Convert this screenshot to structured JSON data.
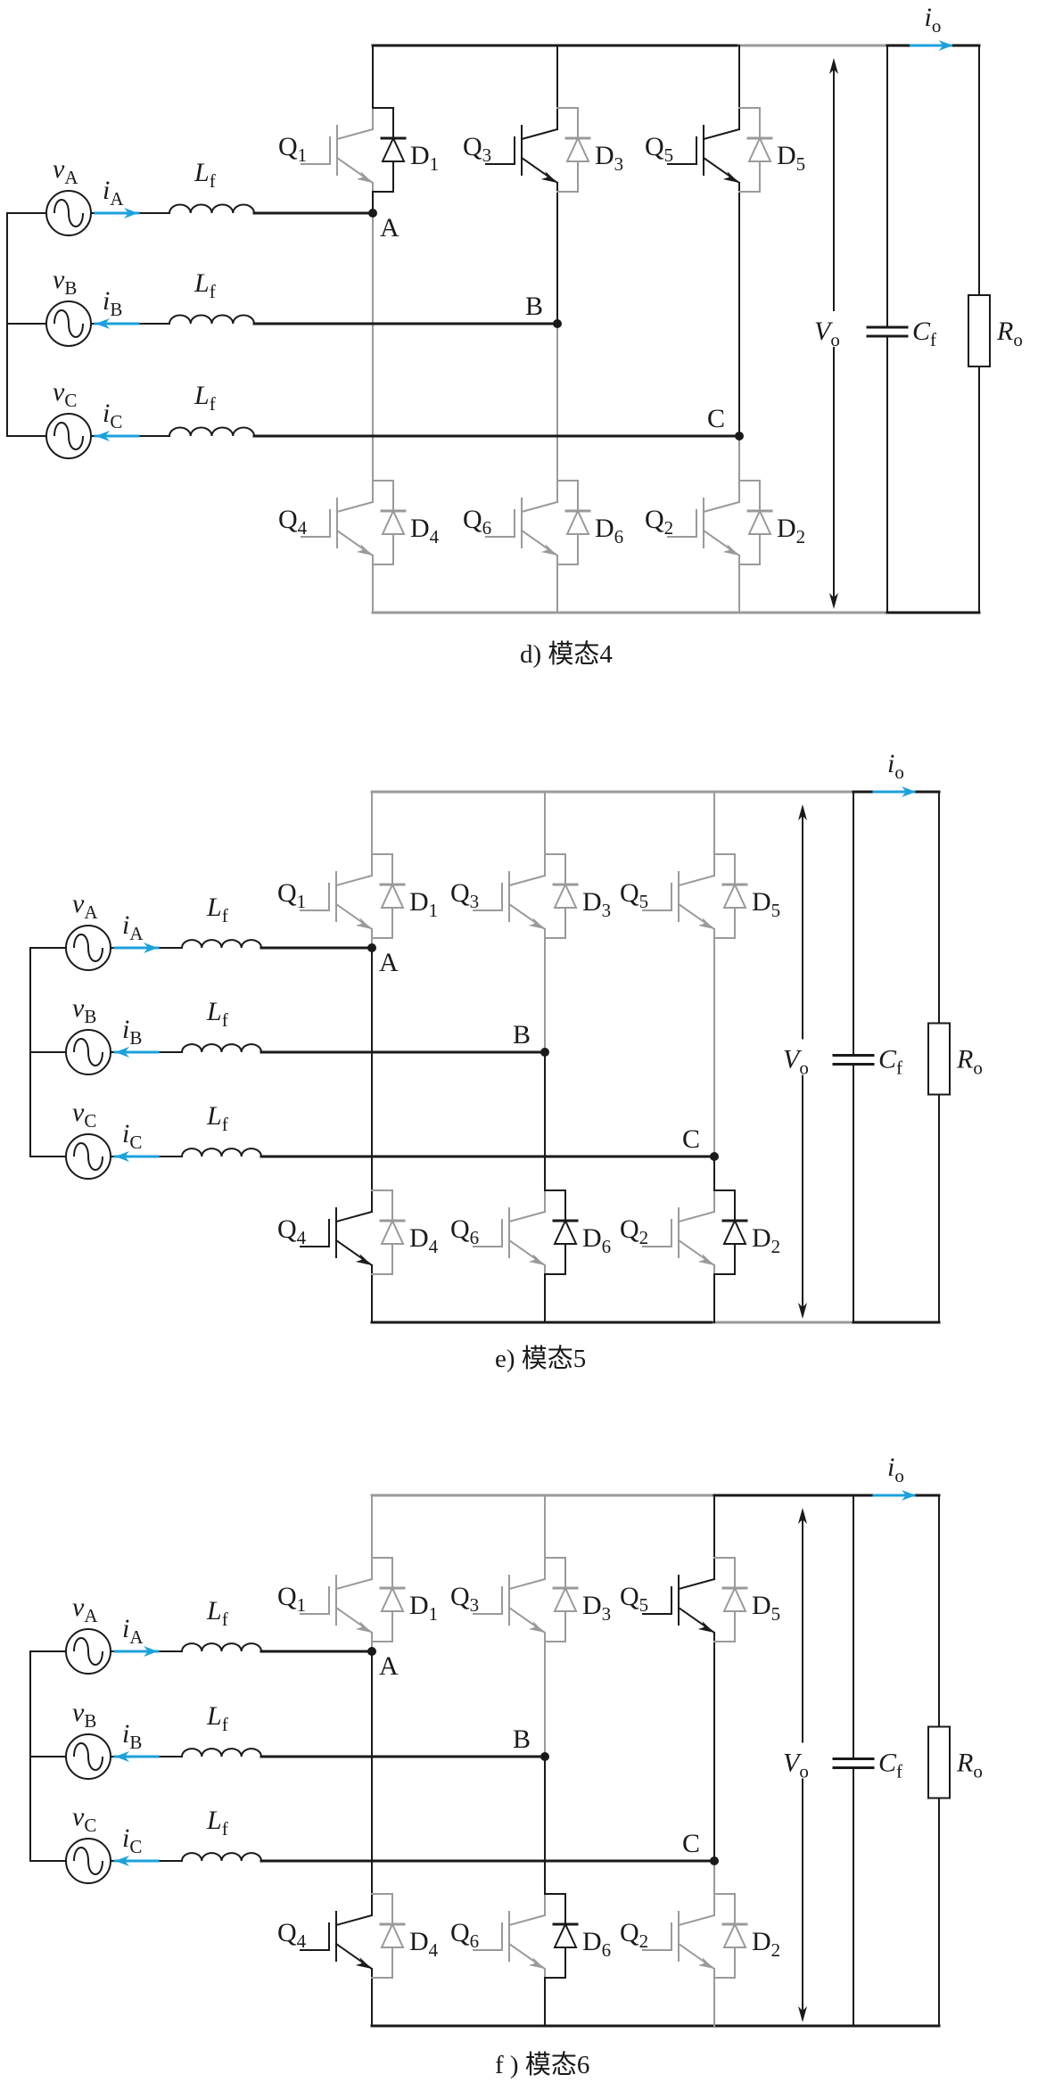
{
  "colors": {
    "on": "#1a1a1a",
    "off": "#9a9a9a",
    "current_arrow": "#1ba1dc",
    "background": "#ffffff"
  },
  "labels": {
    "source_v": [
      "v",
      "v",
      "v"
    ],
    "phase_subs": [
      "A",
      "B",
      "C"
    ],
    "current_i": "i",
    "inductor": "L",
    "inductor_sub": "f",
    "node_names": [
      "A",
      "B",
      "C"
    ],
    "upper_switches": [
      {
        "q": "Q",
        "qs": "1",
        "d": "D",
        "ds": "1"
      },
      {
        "q": "Q",
        "qs": "3",
        "d": "D",
        "ds": "3"
      },
      {
        "q": "Q",
        "qs": "5",
        "d": "D",
        "ds": "5"
      }
    ],
    "lower_switches": [
      {
        "q": "Q",
        "qs": "4",
        "d": "D",
        "ds": "4"
      },
      {
        "q": "Q",
        "qs": "6",
        "d": "D",
        "ds": "6"
      },
      {
        "q": "Q",
        "qs": "2",
        "d": "D",
        "ds": "2"
      }
    ],
    "vo": "V",
    "vo_sub": "o",
    "cf": "C",
    "cf_sub": "f",
    "ro": "R",
    "ro_sub": "o",
    "io": "i",
    "io_sub": "o"
  },
  "panels": [
    {
      "caption": "d) 模态4",
      "mode": 4,
      "current_directions": {
        "iA": "right",
        "iB": "left",
        "iC": "left",
        "io": "right"
      },
      "upper": [
        {
          "igbt": false,
          "diode": true
        },
        {
          "igbt": true,
          "diode": false
        },
        {
          "igbt": true,
          "diode": false
        }
      ],
      "lower": [
        {
          "igbt": false,
          "diode": false
        },
        {
          "igbt": false,
          "diode": false
        },
        {
          "igbt": false,
          "diode": false
        }
      ],
      "top_rail_conducting": {
        "A_to_B": true,
        "B_to_C": true,
        "C_to_Cf": false,
        "Cf_to_Ro": true
      },
      "bottom_rail_conducting": {
        "A_to_B": false,
        "B_to_C": false,
        "C_to_Cf": false,
        "Cf_to_Ro": true
      },
      "leg_upper_conducting": [
        true,
        true,
        true
      ],
      "leg_lower_conducting": [
        false,
        false,
        false
      ]
    },
    {
      "caption": "e) 模态5",
      "mode": 5,
      "current_directions": {
        "iA": "right",
        "iB": "left",
        "iC": "left",
        "io": "right"
      },
      "upper": [
        {
          "igbt": false,
          "diode": false
        },
        {
          "igbt": false,
          "diode": false
        },
        {
          "igbt": false,
          "diode": false
        }
      ],
      "lower": [
        {
          "igbt": true,
          "diode": false
        },
        {
          "igbt": false,
          "diode": true
        },
        {
          "igbt": false,
          "diode": true
        }
      ],
      "top_rail_conducting": {
        "A_to_B": false,
        "B_to_C": false,
        "C_to_Cf": false,
        "Cf_to_Ro": true
      },
      "bottom_rail_conducting": {
        "A_to_B": true,
        "B_to_C": true,
        "C_to_Cf": false,
        "Cf_to_Ro": true
      },
      "leg_upper_conducting": [
        false,
        false,
        false
      ],
      "leg_lower_conducting": [
        true,
        true,
        true
      ]
    },
    {
      "caption": "f ) 模态6",
      "mode": 6,
      "current_directions": {
        "iA": "right",
        "iB": "left",
        "iC": "left",
        "io": "right"
      },
      "upper": [
        {
          "igbt": false,
          "diode": false
        },
        {
          "igbt": false,
          "diode": false
        },
        {
          "igbt": true,
          "diode": false
        }
      ],
      "lower": [
        {
          "igbt": true,
          "diode": false
        },
        {
          "igbt": false,
          "diode": true
        },
        {
          "igbt": false,
          "diode": false
        }
      ],
      "top_rail_conducting": {
        "A_to_B": false,
        "B_to_C": false,
        "C_to_Cf": true,
        "Cf_to_Ro": true
      },
      "bottom_rail_conducting": {
        "A_to_B": true,
        "B_to_C": true,
        "C_to_Cf": true,
        "Cf_to_Ro": true
      },
      "leg_upper_conducting": [
        false,
        false,
        true
      ],
      "leg_lower_conducting": [
        true,
        true,
        false
      ]
    }
  ]
}
